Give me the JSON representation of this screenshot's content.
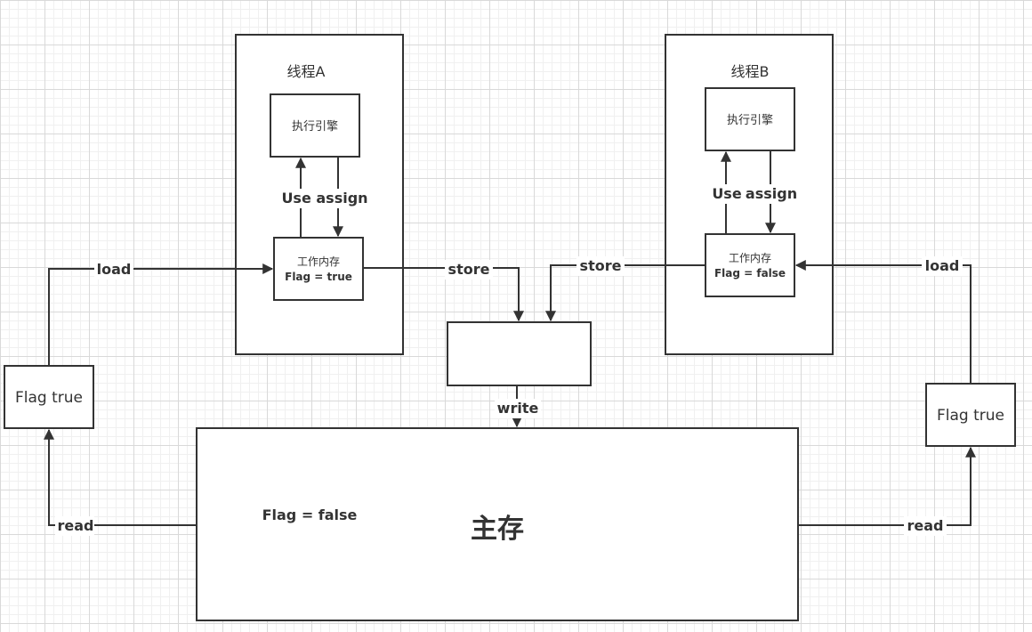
{
  "thread_a": {
    "title": "线程A",
    "engine": "执行引擎",
    "use_assign": "Use assign",
    "work_mem_title": "工作内存",
    "work_mem_flag": "Flag = true"
  },
  "thread_b": {
    "title": "线程B",
    "engine": "执行引擎",
    "use": "Use",
    "assign": "assign",
    "work_mem_title": "工作内存",
    "work_mem_flag": "Flag = false"
  },
  "left_copy": {
    "text": "Flag true",
    "load": "load",
    "read": "read"
  },
  "right_copy": {
    "text": "Flag true",
    "load": "load",
    "read": "read"
  },
  "store_a": "store",
  "store_b": "store",
  "write": "write",
  "main_memory": {
    "title": "主存",
    "flag": "Flag = false"
  }
}
